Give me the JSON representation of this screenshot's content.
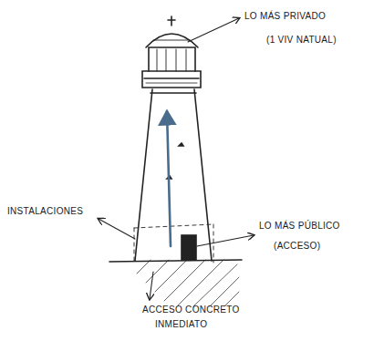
{
  "diagram": {
    "labels": [
      "LO MÁS PRIVADO",
      "(1 VIV NATUAL)",
      "INSTALACIONES",
      "LO MÁS PÚBLICO",
      "(ACCESO)",
      "ACCESO CONCRETO",
      "INMEDIATO"
    ]
  }
}
